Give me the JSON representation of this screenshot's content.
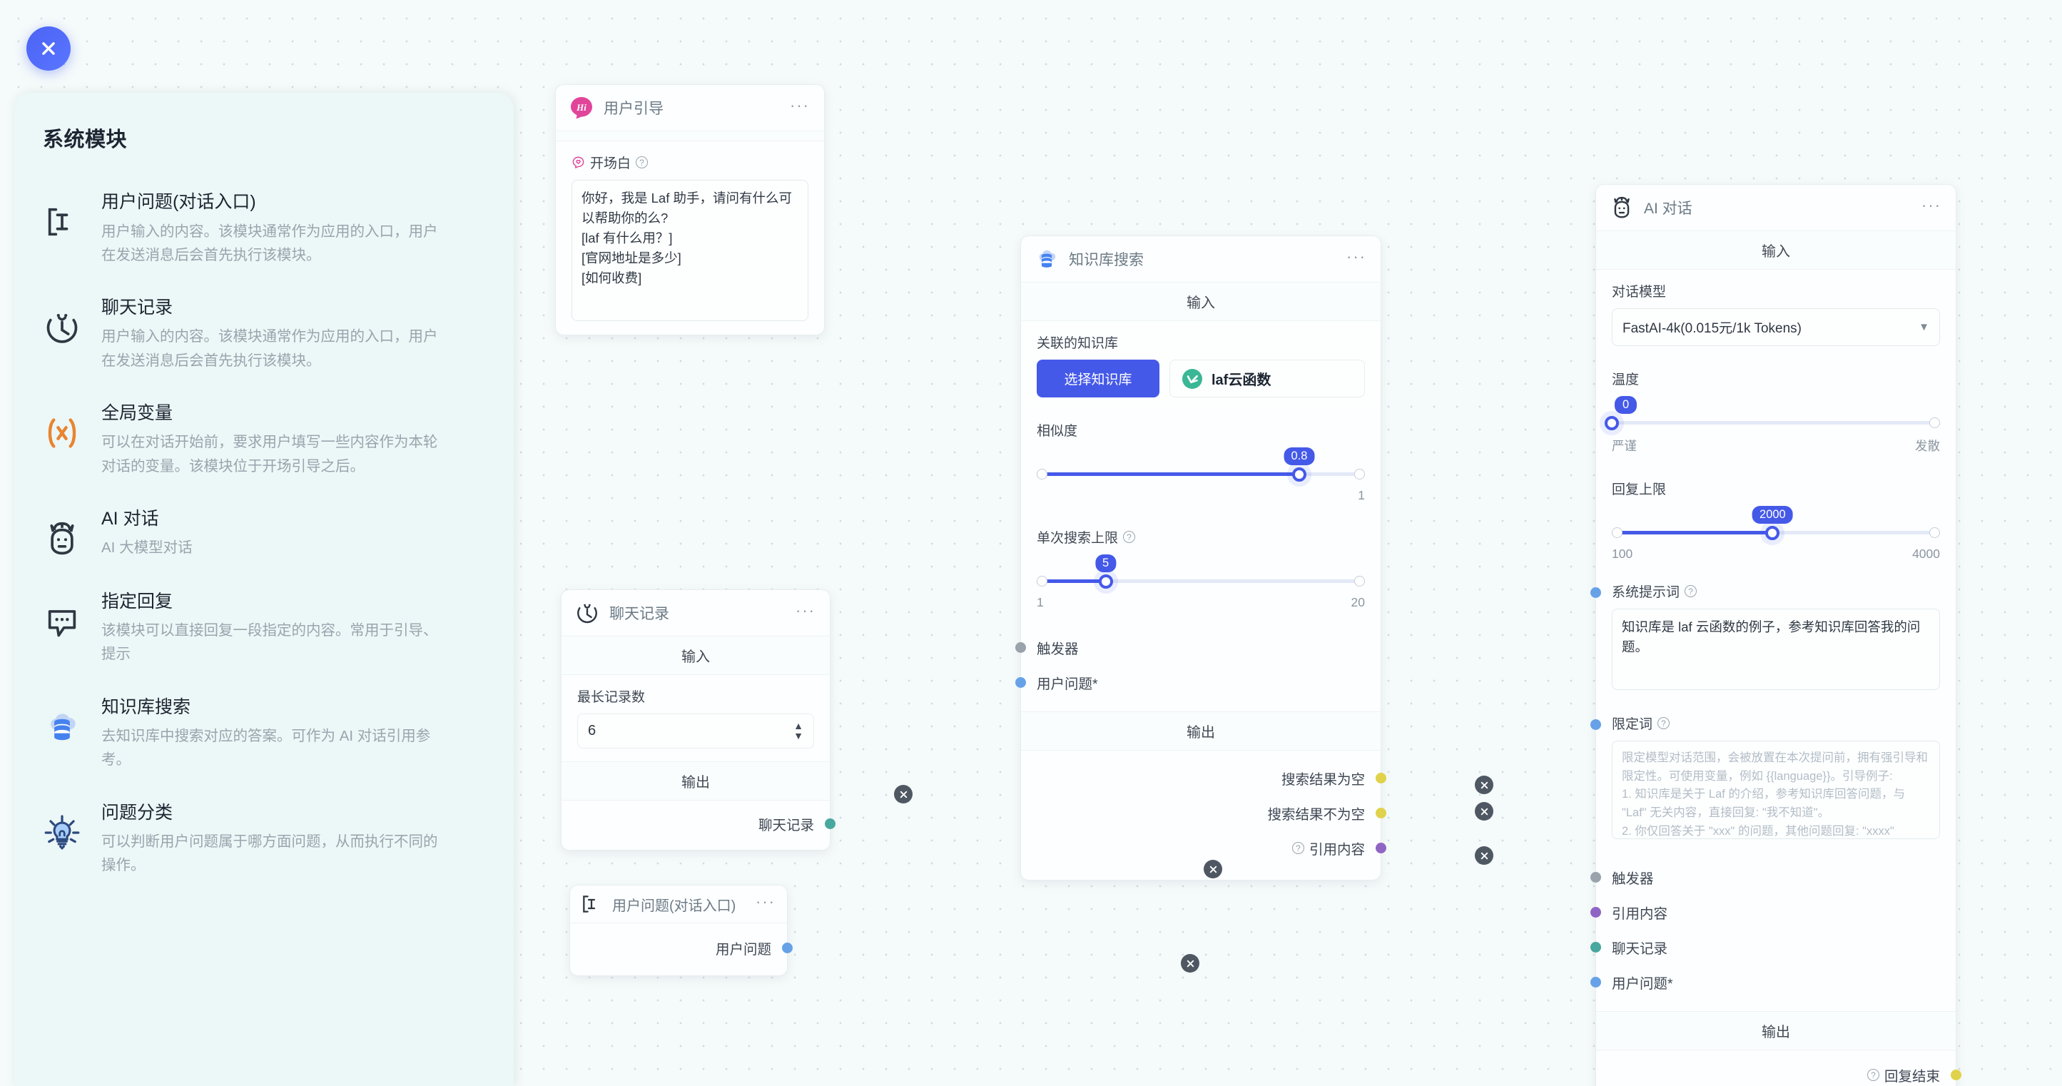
{
  "close_button": {
    "icon": "close-icon"
  },
  "sidebar": {
    "title": "系统模块",
    "items": [
      {
        "icon": "text-input-icon",
        "name": "用户问题(对话入口)",
        "desc": "用户输入的内容。该模块通常作为应用的入口，用户在发送消息后会首先执行该模块。"
      },
      {
        "icon": "clock-icon",
        "name": "聊天记录",
        "desc": "用户输入的内容。该模块通常作为应用的入口，用户在发送消息后会首先执行该模块。"
      },
      {
        "icon": "variable-x-icon",
        "name": "全局变量",
        "desc": "可以在对话开始前，要求用户填写一些内容作为本轮对话的变量。该模块位于开场引导之后。"
      },
      {
        "icon": "ai-robot-icon",
        "name": "AI 对话",
        "desc": "AI 大模型对话"
      },
      {
        "icon": "chat-bubble-icon",
        "name": "指定回复",
        "desc": "该模块可以直接回复一段指定的内容。常用于引导、提示"
      },
      {
        "icon": "database-cloud-icon",
        "name": "知识库搜索",
        "desc": "去知识库中搜索对应的答案。可作为 AI 对话引用参考。"
      },
      {
        "icon": "lightbulb-icon",
        "name": "问题分类",
        "desc": "可以判断用户问题属于哪方面问题，从而执行不同的操作。"
      }
    ]
  },
  "nodes": {
    "user_guide": {
      "icon": "hi-badge-icon",
      "title": "用户引导",
      "more": "···",
      "field_label": "开场白",
      "textarea_value": "你好，我是 Laf 助手，请问有什么可以帮助你的么?\n[laf 有什么用？]\n[官网地址是多少]\n[如何收费]"
    },
    "chat_history": {
      "icon": "clock-icon",
      "title": "聊天记录",
      "more": "···",
      "input_section": "输入",
      "field_label": "最长记录数",
      "value": "6",
      "output_section": "输出",
      "output_port": "聊天记录"
    },
    "user_question": {
      "icon": "text-input-icon",
      "title": "用户问题(对话入口)",
      "more": "···",
      "output_port": "用户问题"
    },
    "kb_search": {
      "icon": "database-cloud-icon",
      "title": "知识库搜索",
      "more": "···",
      "input_section": "输入",
      "kb_label": "关联的知识库",
      "select_kb_button": "选择知识库",
      "kb_chip": "laf云函数",
      "similarity_label": "相似度",
      "similarity_value": "0.8",
      "similarity_max": "1",
      "limit_label": "单次搜索上限",
      "limit_value": "5",
      "limit_min": "1",
      "limit_max": "20",
      "in_ports": [
        "触发器",
        "用户问题*"
      ],
      "output_section": "输出",
      "out_ports": [
        "搜索结果为空",
        "搜索结果不为空",
        "引用内容"
      ]
    },
    "ai_chat": {
      "icon": "ai-robot-icon",
      "title": "AI 对话",
      "more": "···",
      "input_section": "输入",
      "model_label": "对话模型",
      "model_value": "FastAI-4k(0.015元/1k Tokens)",
      "temp_label": "温度",
      "temp_value": "0",
      "temp_min_label": "严谨",
      "temp_max_label": "发散",
      "maxtoken_label": "回复上限",
      "maxtoken_value": "2000",
      "maxtoken_min": "100",
      "maxtoken_max": "4000",
      "system_prompt_label": "系统提示词",
      "system_prompt_value": "知识库是 laf 云函数的例子，参考知识库回答我的问题。",
      "limit_word_label": "限定词",
      "limit_word_placeholder": "限定模型对话范围，会被放置在本次提问前，拥有强引导和限定性。可使用变量，例如 {{language}}。引导例子:\n1. 知识库是关于 Laf 的介绍，参考知识库回答问题，与 \"Laf\" 无关内容，直接回复: \"我不知道\"。\n2. 你仅回答关于 \"xxx\" 的问题，其他问题回复: \"xxxx\"",
      "in_ports": [
        "触发器",
        "引用内容",
        "聊天记录",
        "用户问题*"
      ],
      "output_section": "输出",
      "out_port": "回复结束"
    }
  },
  "colors": {
    "accent": "#4559e8",
    "canvas_bg": "#f5fafa",
    "sidebar_bg": "#ecf7f7",
    "port_grey": "#9aa3ac",
    "port_blue": "#67a2e8",
    "port_yellow": "#e0d24a",
    "port_purple": "#8f65c4",
    "port_teal": "#48a79f"
  }
}
